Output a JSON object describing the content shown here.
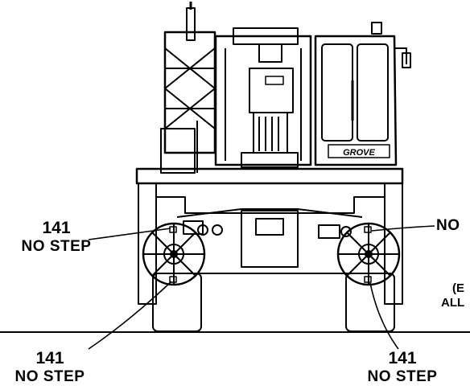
{
  "figure": {
    "brand_text": "GROVE",
    "callouts": [
      {
        "number": "141",
        "text": "NO STEP"
      },
      {
        "number": "141",
        "text": "NO STEP"
      },
      {
        "number": "141",
        "text": "NO STEP"
      },
      {
        "number": "",
        "text": "NO"
      }
    ],
    "clipped_text": [
      "(E",
      "ALL"
    ],
    "colors": {
      "line": "#000000",
      "background": "#ffffff"
    }
  }
}
